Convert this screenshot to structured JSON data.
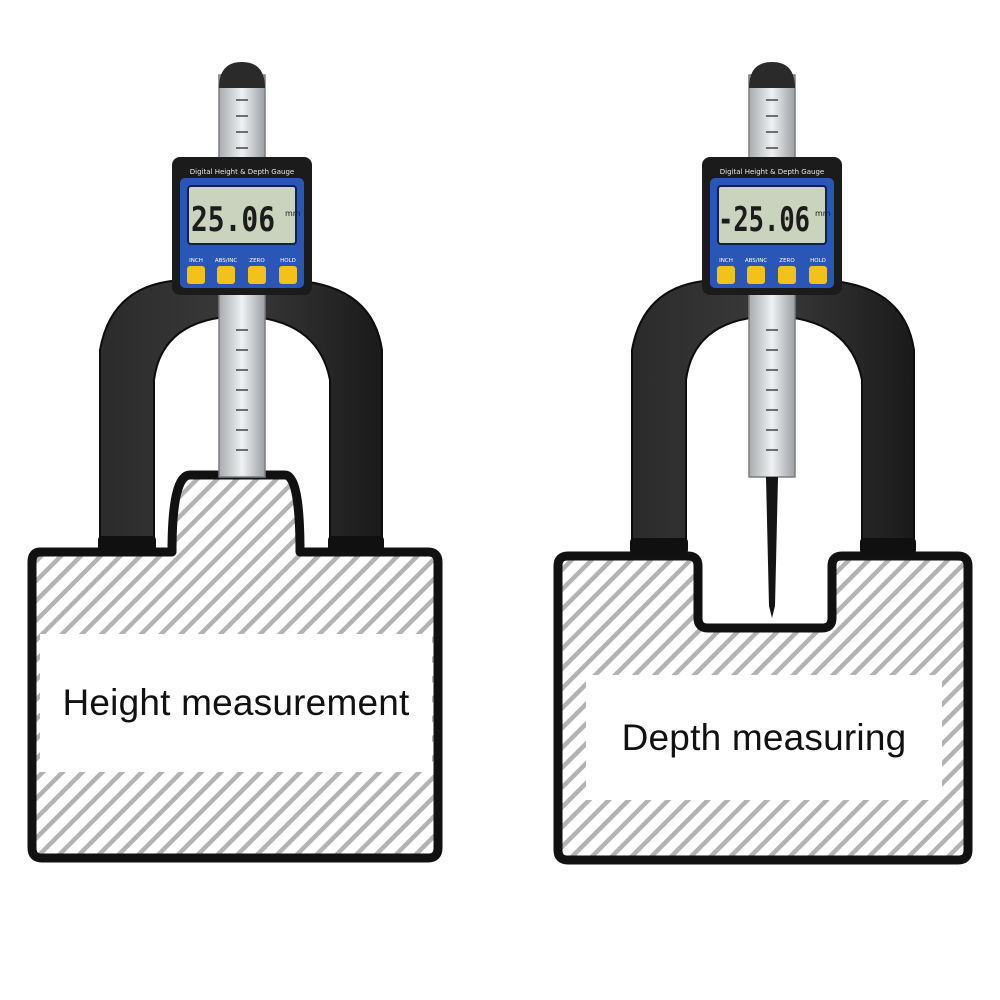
{
  "diagrams": {
    "height": {
      "caption": "Height measurement",
      "display_value": "25.06",
      "unit_label": "mm",
      "gauge_header": "Digital Height & Depth Gauge",
      "buttons": [
        "INCH",
        "ABS/INC",
        "ZERO",
        "HOLD"
      ]
    },
    "depth": {
      "caption": "Depth measuring",
      "display_value": "-25.06",
      "unit_label": "mm",
      "gauge_header": "Digital Height & Depth Gauge",
      "buttons": [
        "INCH",
        "ABS/INC",
        "ZERO",
        "HOLD"
      ]
    }
  },
  "colors": {
    "gauge_body": "#1f1f1f",
    "display_bezel": "#2a56b8",
    "lcd_screen": "#c9d3bd",
    "button": "#f2c21a",
    "scale": "#d4d6d8",
    "hatch": "#b3b3b3",
    "outline": "#111111"
  }
}
